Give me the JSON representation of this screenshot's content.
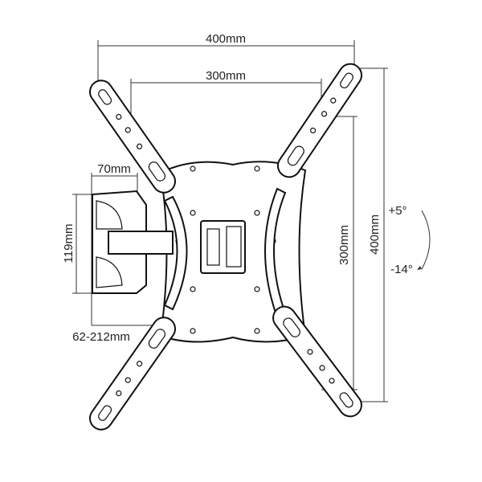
{
  "dimensions": {
    "outer_width": "400mm",
    "inner_width": "300mm",
    "bracket_depth": "70mm",
    "bracket_height": "119mm",
    "extension_range": "62-212mm",
    "inner_height": "300mm",
    "outer_height": "400mm"
  },
  "tilt": {
    "up": "+5°",
    "down": "-14°"
  }
}
